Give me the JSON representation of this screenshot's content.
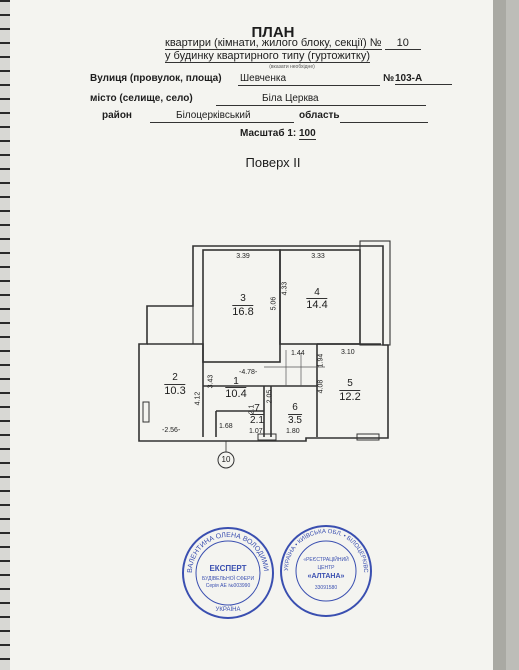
{
  "header": {
    "title": "ПЛАН",
    "line1_label": "квартири (кімнати, жилого блоку, секції) №",
    "apartment_number": "10",
    "line2": "у будинку квартирного типу (гуртожитку)",
    "note": "(вказати необхідне)"
  },
  "address": {
    "street_label": "Вулиця (провулок, площа)",
    "street_value": "Шевченка",
    "number_label": "№",
    "number_value": "103-А",
    "city_label": "місто (селище, село)",
    "city_value": "Біла Церква",
    "district_label": "район",
    "district_value": "Білоцерківський",
    "region_label": "область"
  },
  "scale": {
    "label": "Масштаб 1:",
    "value": "100"
  },
  "floor_title": "Поверх ІІ",
  "plan": {
    "rooms": [
      {
        "id": "1",
        "area": "10.4"
      },
      {
        "id": "2",
        "area": "10.3"
      },
      {
        "id": "3",
        "area": "16.8"
      },
      {
        "id": "4",
        "area": "14.4"
      },
      {
        "id": "5",
        "area": "12.2"
      },
      {
        "id": "6",
        "area": "3.5"
      },
      {
        "id": "7",
        "area": "2.1"
      }
    ],
    "dimensions": {
      "d339": "3.39",
      "d333": "3.33",
      "d506": "5.06",
      "d433": "4.33",
      "d144": "1.44",
      "d310": "3.10",
      "d194": "1.94",
      "d478": "-4.78-",
      "d343": "3.43",
      "d412": "4.12",
      "d408": "4.08",
      "d205": "2.05",
      "d256": "-2.56-",
      "d168": "1.68",
      "d107": "1.07",
      "d180": "1.80",
      "d121": "2.1"
    },
    "axis_label": "10"
  },
  "stamp_left": {
    "top_text": "ВАЛЕНТИНА ОЛЕНА ВОЛОДИМИРІВНА",
    "title": "ЕКСПЕРТ",
    "line1": "БУДІВЕЛЬНОЇ СФЕРИ",
    "line2": "Серія АЕ №003990",
    "bottom": "УКРАЇНА"
  },
  "stamp_right": {
    "ring_text": "УКРАЇНА • КИЇВСЬКА ОБЛ. • БІЛОЦЕРКІВСЬКЕ",
    "inner1": "«РЕЄСТРАЦІЙНИЙ",
    "inner2": "ЦЕНТР",
    "inner3": "«АЛТАНА»",
    "code": "33091580"
  }
}
